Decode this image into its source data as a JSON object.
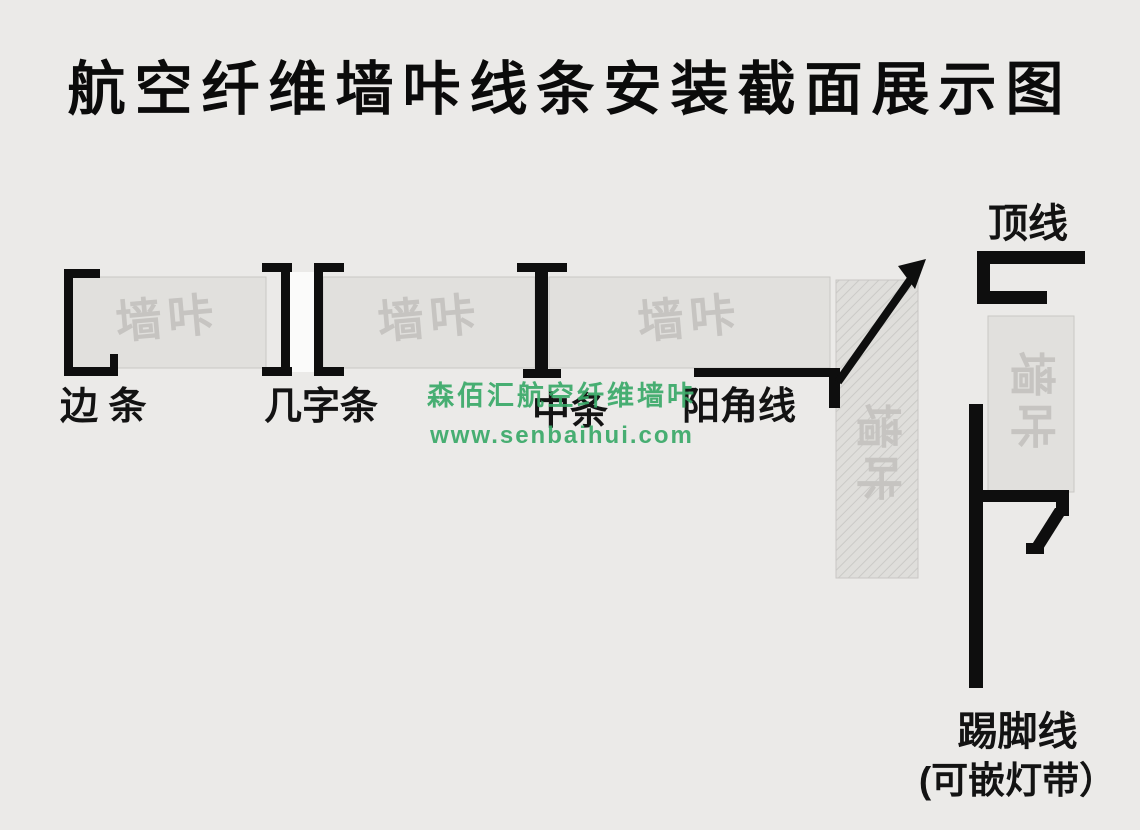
{
  "title": "航空纤维墙咔线条安装截面展示图",
  "panel_watermark": "墙咔",
  "labels": {
    "edge_strip": "边 条",
    "ji_strip": "几字条",
    "middle_strip": "中条",
    "outer_corner": "阳角线",
    "crown_line": "顶线",
    "skirting_line": "踢脚线",
    "skirting_note": "(可嵌灯带）"
  },
  "watermark": {
    "brand": "森佰汇航空纤维墙咔",
    "url": "www.senbaihui.com",
    "color": "#3aa968"
  },
  "colors": {
    "background": "#ebeae8",
    "panel": "#e1e0dd",
    "profile_black": "#0e0e0e",
    "panel_text_gray": "#c6c4c1"
  }
}
